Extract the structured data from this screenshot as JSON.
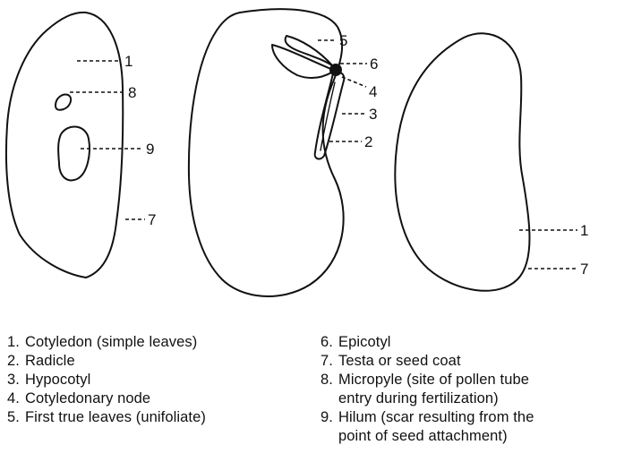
{
  "figure": {
    "callout_labels": {
      "c1": "1",
      "c8": "8",
      "c9": "9",
      "c7": "7",
      "c5": "5",
      "c6": "6",
      "c4": "4",
      "c3": "3",
      "c2": "2",
      "c1r": "1",
      "c7r": "7"
    },
    "stroke_color": "#111111"
  },
  "legend": {
    "left": [
      {
        "num": "1.",
        "text": "Cotyledon (simple leaves)"
      },
      {
        "num": "2.",
        "text": "Radicle"
      },
      {
        "num": "3.",
        "text": "Hypocotyl"
      },
      {
        "num": "4.",
        "text": "Cotyledonary node"
      },
      {
        "num": "5.",
        "text": "First true leaves (unifoliate)"
      }
    ],
    "right": [
      {
        "num": "6.",
        "text": "Epicotyl"
      },
      {
        "num": "7.",
        "text": "Testa or seed coat"
      },
      {
        "num": "8.",
        "text": "Micropyle (site of pollen tube",
        "cont": "entry during fertilization)"
      },
      {
        "num": "9.",
        "text": "Hilum (scar resulting from the",
        "cont": "point of seed attachment)"
      }
    ]
  }
}
